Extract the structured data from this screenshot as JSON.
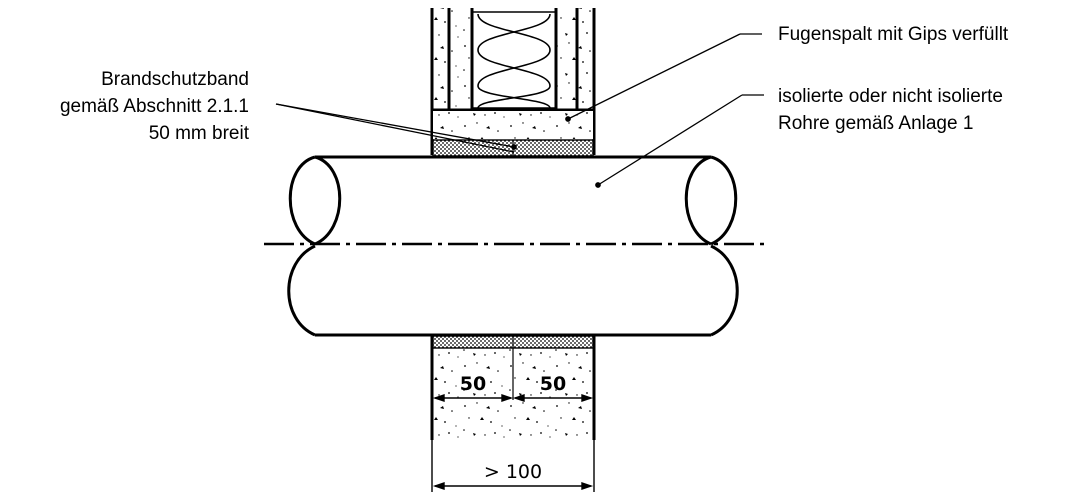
{
  "labels": {
    "band_line1": "Brandschutzband",
    "band_line2": "gemäß Abschnitt 2.1.1",
    "band_line3": "50 mm breit",
    "joint": "Fugenspalt mit Gips verfüllt",
    "pipe_line1": "isolierte oder nicht isolierte",
    "pipe_line2": "Rohre gemäß Anlage 1"
  },
  "dimensions": {
    "left_band": "50",
    "right_band": "50",
    "wall_min": "> 100"
  }
}
